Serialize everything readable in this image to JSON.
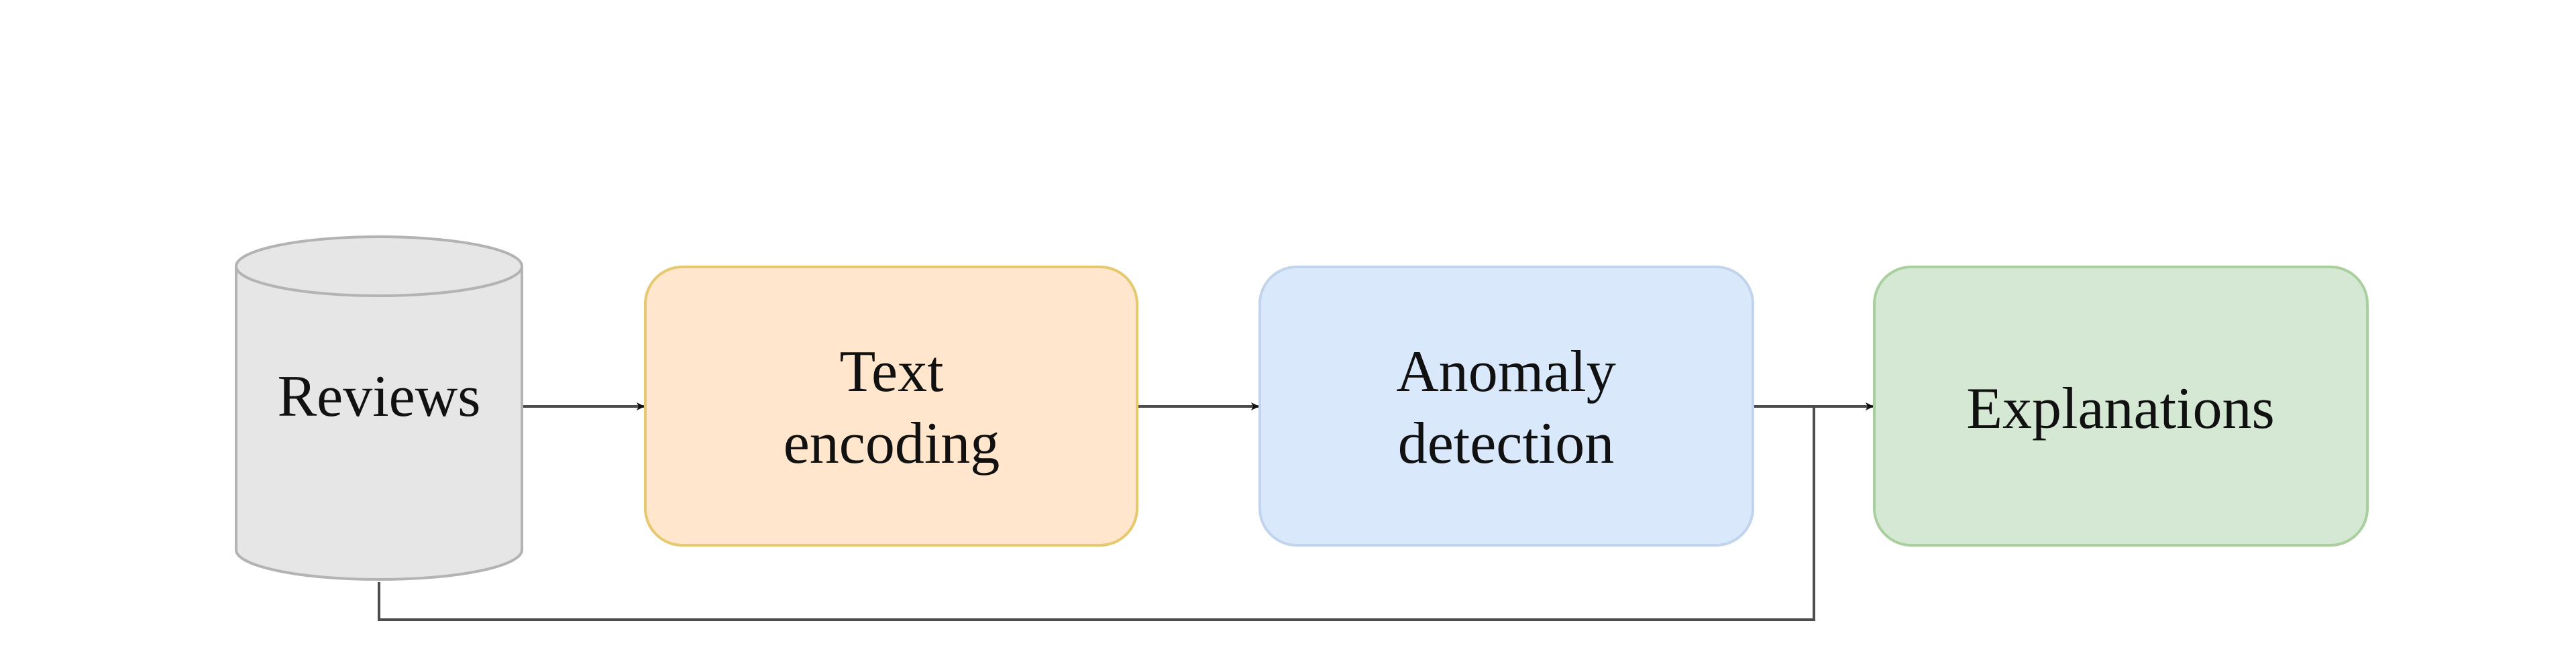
{
  "diagram": {
    "nodes": {
      "reviews": {
        "label": "Reviews",
        "shape": "cylinder",
        "fill": "#e6e6e6",
        "stroke": "#b3b3b3"
      },
      "text_encoding": {
        "line1": "Text",
        "line2": "encoding",
        "shape": "rounded-rectangle",
        "fill": "#ffe6cc",
        "stroke": "#e6c86e"
      },
      "anomaly_detection": {
        "line1": "Anomaly",
        "line2": "detection",
        "shape": "rounded-rectangle",
        "fill": "#dae8fc",
        "stroke": "#c2d4ec"
      },
      "explanations": {
        "label": "Explanations",
        "shape": "rounded-rectangle",
        "fill": "#d5e8d4",
        "stroke": "#a9cf9e"
      }
    },
    "edges": [
      {
        "from": "reviews",
        "to": "text_encoding"
      },
      {
        "from": "text_encoding",
        "to": "anomaly_detection"
      },
      {
        "from": "anomaly_detection",
        "to": "explanations"
      },
      {
        "from": "reviews",
        "to": "explanations",
        "route": "below"
      }
    ],
    "edge_color": "#4d4d4d"
  }
}
